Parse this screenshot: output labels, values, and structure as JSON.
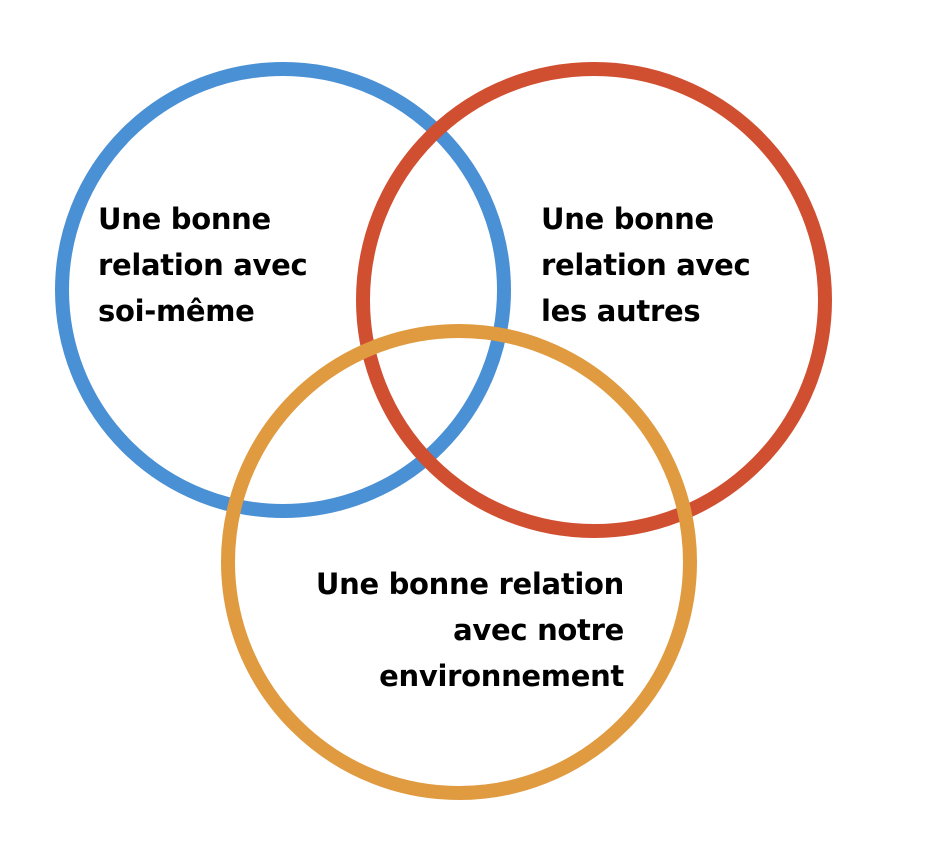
{
  "circles": [
    {
      "id": "self",
      "color": "#4a90d4",
      "lines": [
        "Une bonne",
        "relation avec",
        "soi-même"
      ]
    },
    {
      "id": "others",
      "color": "#d14f31",
      "lines": [
        "Une bonne",
        "relation avec",
        "les autres"
      ]
    },
    {
      "id": "environment",
      "color": "#e09a3f",
      "lines": [
        "Une bonne relation",
        "avec notre",
        "environnement"
      ]
    }
  ]
}
